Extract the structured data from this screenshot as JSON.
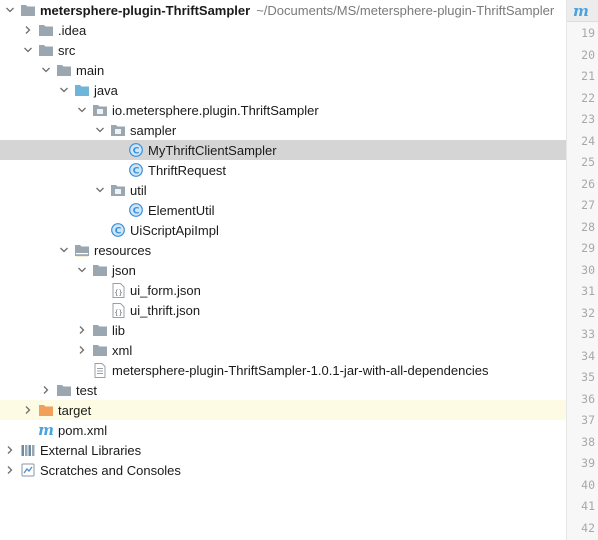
{
  "project": {
    "name": "metersphere-plugin-ThriftSampler",
    "path": "~/Documents/MS/metersphere-plugin-ThriftSampler"
  },
  "tree": [
    {
      "label": "metersphere-plugin-ThriftSampler",
      "indent": 0,
      "chevron": "down",
      "icon": "folder-icon",
      "bold": true,
      "show_path": true
    },
    {
      "label": ".idea",
      "indent": 1,
      "chevron": "right",
      "icon": "folder-icon"
    },
    {
      "label": "src",
      "indent": 1,
      "chevron": "down",
      "icon": "folder-icon"
    },
    {
      "label": "main",
      "indent": 2,
      "chevron": "down",
      "icon": "folder-icon"
    },
    {
      "label": "java",
      "indent": 3,
      "chevron": "down",
      "icon": "source-folder-icon"
    },
    {
      "label": "io.metersphere.plugin.ThriftSampler",
      "indent": 4,
      "chevron": "down",
      "icon": "package-icon"
    },
    {
      "label": "sampler",
      "indent": 5,
      "chevron": "down",
      "icon": "package-icon"
    },
    {
      "label": "MyThriftClientSampler",
      "indent": 6,
      "chevron": "none",
      "icon": "class-icon",
      "state": "selected"
    },
    {
      "label": "ThriftRequest",
      "indent": 6,
      "chevron": "none",
      "icon": "class-icon"
    },
    {
      "label": "util",
      "indent": 5,
      "chevron": "down",
      "icon": "package-icon"
    },
    {
      "label": "ElementUtil",
      "indent": 6,
      "chevron": "none",
      "icon": "class-icon"
    },
    {
      "label": "UiScriptApiImpl",
      "indent": 5,
      "chevron": "none",
      "icon": "class-icon"
    },
    {
      "label": "resources",
      "indent": 3,
      "chevron": "down",
      "icon": "resources-folder-icon"
    },
    {
      "label": "json",
      "indent": 4,
      "chevron": "down",
      "icon": "folder-icon"
    },
    {
      "label": "ui_form.json",
      "indent": 5,
      "chevron": "none",
      "icon": "json-file-icon"
    },
    {
      "label": "ui_thrift.json",
      "indent": 5,
      "chevron": "none",
      "icon": "json-file-icon"
    },
    {
      "label": "lib",
      "indent": 4,
      "chevron": "right",
      "icon": "folder-icon"
    },
    {
      "label": "xml",
      "indent": 4,
      "chevron": "right",
      "icon": "folder-icon"
    },
    {
      "label": "metersphere-plugin-ThriftSampler-1.0.1-jar-with-all-dependencies",
      "indent": 4,
      "chevron": "none",
      "icon": "text-file-icon"
    },
    {
      "label": "test",
      "indent": 2,
      "chevron": "right",
      "icon": "folder-icon"
    },
    {
      "label": "target",
      "indent": 1,
      "chevron": "right",
      "icon": "excluded-folder-icon",
      "state": "highlight"
    },
    {
      "label": "pom.xml",
      "indent": 1,
      "chevron": "none",
      "icon": "maven-icon"
    },
    {
      "label": "External Libraries",
      "indent": 0,
      "chevron": "right",
      "icon": "library-icon"
    },
    {
      "label": "Scratches and Consoles",
      "indent": 0,
      "chevron": "right",
      "icon": "scratches-icon"
    }
  ],
  "gutter": {
    "tab_icon": "m-icon",
    "line_numbers": [
      "19",
      "20",
      "21",
      "22",
      "23",
      "24",
      "25",
      "26",
      "27",
      "28",
      "29",
      "30",
      "31",
      "32",
      "33",
      "34",
      "35",
      "36",
      "37",
      "38",
      "39",
      "40",
      "41",
      "42"
    ]
  },
  "colors": {
    "folder": "#9aa7b0",
    "source_folder": "#6fb5d9",
    "resources_folder": "#9aa7b0",
    "excluded_folder": "#f0a05a",
    "class": "#3b8fd8",
    "selected_bg": "#d5d5d5",
    "highlight_bg": "#fdfbe3",
    "maven": "#4aa3df"
  }
}
